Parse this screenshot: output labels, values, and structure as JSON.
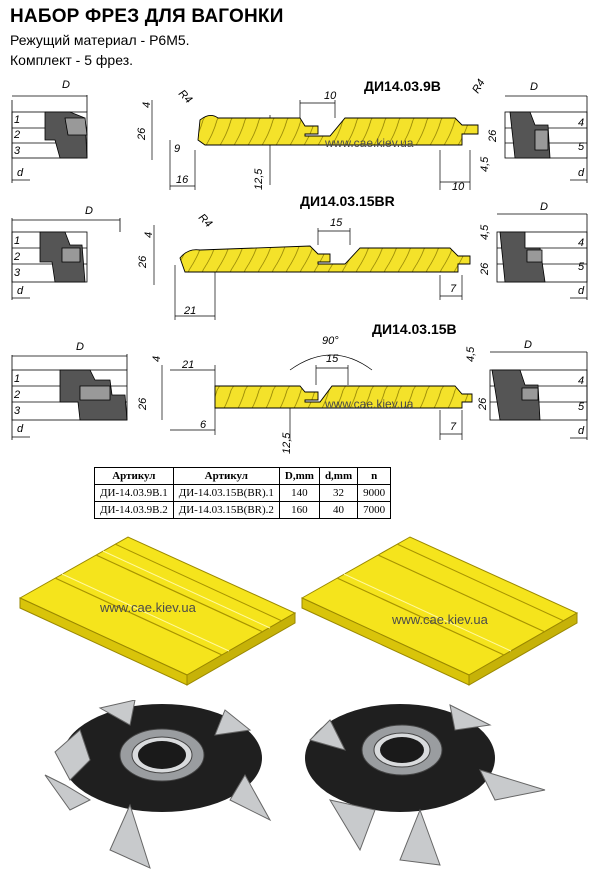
{
  "header": {
    "title": "НАБОР ФРЕЗ ДЛЯ ВАГОНКИ",
    "line1": "Режущий материал - Р6М5.",
    "line2": "Комплект - 5 фрез."
  },
  "profiles": [
    {
      "code": "ДИ14.03.9В",
      "dims": {
        "D": "D",
        "d": "d",
        "h4": "4",
        "h26": "26",
        "r1": "R4",
        "r2": "R4",
        "w9": "9",
        "w16": "16",
        "w125": "12,5",
        "w10a": "10",
        "w10b": "10",
        "w45": "4,5",
        "l26": "26"
      },
      "cutters": [
        "1",
        "2",
        "3",
        "4",
        "5"
      ]
    },
    {
      "code": "ДИ14.03.15BR",
      "dims": {
        "D": "D",
        "d": "d",
        "h4": "4",
        "h26": "26",
        "r1": "R4",
        "w21": "21",
        "w15": "15",
        "w7": "7",
        "w45": "4,5",
        "l26": "26"
      },
      "cutters": [
        "1",
        "2",
        "3",
        "4",
        "5"
      ]
    },
    {
      "code": "ДИ14.03.15В",
      "dims": {
        "D": "D",
        "d": "d",
        "h4": "4",
        "h26": "26",
        "w21": "21",
        "w6": "6",
        "w125": "12,5",
        "w15": "15",
        "a90": "90°",
        "w7": "7",
        "w45": "4,5",
        "l26": "26"
      },
      "cutters": [
        "1",
        "2",
        "3",
        "4",
        "5"
      ]
    }
  ],
  "watermark": "www.cae.kiev.ua",
  "table": {
    "headers": [
      "Артикул",
      "Артикул",
      "D,mm",
      "d,mm",
      "n"
    ],
    "rows": [
      [
        "ДИ-14.03.9В.1",
        "ДИ-14.03.15В(BR).1",
        "140",
        "32",
        "9000"
      ],
      [
        "ДИ-14.03.9В.2",
        "ДИ-14.03.15В(BR).2",
        "160",
        "40",
        "7000"
      ]
    ]
  },
  "colors": {
    "board": "#f3e21a",
    "board_edge": "#b9a40a",
    "cutter_dark": "#222222",
    "cutter_metal": "#c8cacc"
  }
}
